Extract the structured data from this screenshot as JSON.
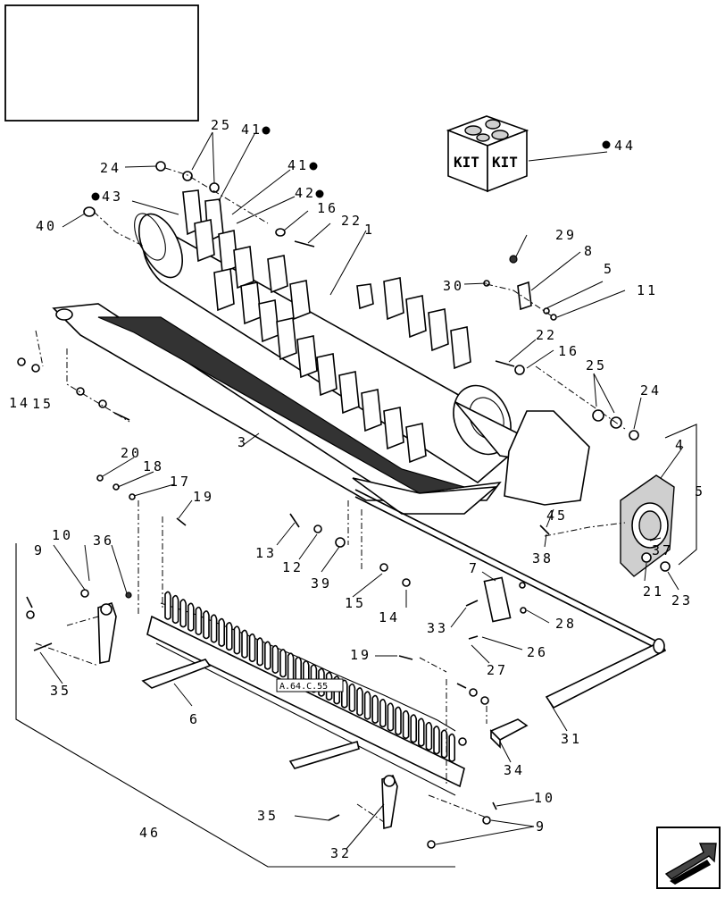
{
  "kit": {
    "left_label": "KIT",
    "right_label": "KIT"
  },
  "reference_box": {
    "label": "A.64.C.55"
  },
  "callouts": [
    {
      "id": "c1",
      "text": "1"
    },
    {
      "id": "c3",
      "text": "3"
    },
    {
      "id": "c4",
      "text": "4"
    },
    {
      "id": "c5a",
      "text": "5"
    },
    {
      "id": "c5b",
      "text": "5"
    },
    {
      "id": "c6",
      "text": "6"
    },
    {
      "id": "c7",
      "text": "7"
    },
    {
      "id": "c8",
      "text": "8"
    },
    {
      "id": "c9a",
      "text": "9"
    },
    {
      "id": "c9b",
      "text": "9"
    },
    {
      "id": "c10a",
      "text": "10"
    },
    {
      "id": "c10b",
      "text": "10"
    },
    {
      "id": "c11",
      "text": "11"
    },
    {
      "id": "c12",
      "text": "12"
    },
    {
      "id": "c13",
      "text": "13"
    },
    {
      "id": "c14a",
      "text": "14"
    },
    {
      "id": "c14b",
      "text": "14"
    },
    {
      "id": "c15a",
      "text": "15"
    },
    {
      "id": "c15b",
      "text": "15"
    },
    {
      "id": "c16a",
      "text": "16"
    },
    {
      "id": "c16b",
      "text": "16"
    },
    {
      "id": "c17",
      "text": "17"
    },
    {
      "id": "c18",
      "text": "18"
    },
    {
      "id": "c19a",
      "text": "19"
    },
    {
      "id": "c19b",
      "text": "19"
    },
    {
      "id": "c20",
      "text": "20"
    },
    {
      "id": "c21",
      "text": "21"
    },
    {
      "id": "c22a",
      "text": "22"
    },
    {
      "id": "c22b",
      "text": "22"
    },
    {
      "id": "c23",
      "text": "23"
    },
    {
      "id": "c24a",
      "text": "24"
    },
    {
      "id": "c24b",
      "text": "24"
    },
    {
      "id": "c25a",
      "text": "25"
    },
    {
      "id": "c25b",
      "text": "25"
    },
    {
      "id": "c26",
      "text": "26"
    },
    {
      "id": "c27",
      "text": "27"
    },
    {
      "id": "c28",
      "text": "28"
    },
    {
      "id": "c29",
      "text": "29"
    },
    {
      "id": "c30",
      "text": "30"
    },
    {
      "id": "c31",
      "text": "31"
    },
    {
      "id": "c32",
      "text": "32"
    },
    {
      "id": "c33",
      "text": "33"
    },
    {
      "id": "c34",
      "text": "34"
    },
    {
      "id": "c35a",
      "text": "35"
    },
    {
      "id": "c35b",
      "text": "35"
    },
    {
      "id": "c36",
      "text": "36"
    },
    {
      "id": "c37",
      "text": "37"
    },
    {
      "id": "c38",
      "text": "38"
    },
    {
      "id": "c39",
      "text": "39"
    },
    {
      "id": "c40",
      "text": "40"
    },
    {
      "id": "c41a",
      "text": "41"
    },
    {
      "id": "c41b",
      "text": "41"
    },
    {
      "id": "c42",
      "text": "42"
    },
    {
      "id": "c43",
      "text": "43"
    },
    {
      "id": "c44",
      "text": "44"
    },
    {
      "id": "c45",
      "text": "45"
    },
    {
      "id": "c46",
      "text": "46"
    }
  ]
}
